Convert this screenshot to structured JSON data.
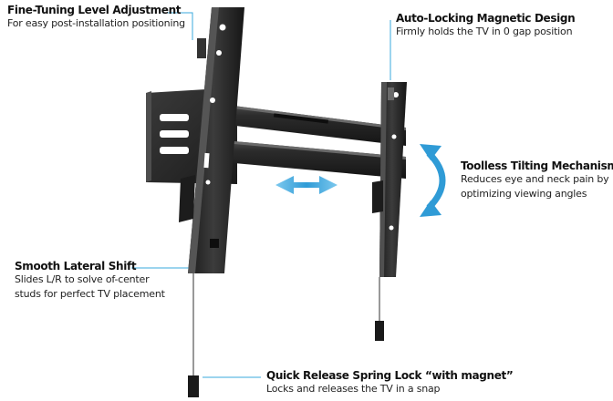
{
  "callouts": {
    "fine_tuning": {
      "title": "Fine-Tuning Level Adjustment",
      "desc": "For easy post-installation positioning"
    },
    "auto_locking": {
      "title": "Auto-Locking Magnetic Design",
      "desc": "Firmly holds the TV in 0 gap position"
    },
    "tilting": {
      "title": "Toolless Tilting Mechanism",
      "desc_line1": "Reduces eye and neck pain by",
      "desc_line2": "optimizing viewing angles"
    },
    "lateral": {
      "title": "Smooth Lateral Shift",
      "desc_line1": "Slides L/R to solve of-center",
      "desc_line2": "studs for perfect TV placement"
    },
    "quick_release": {
      "title": "Quick Release Spring Lock “with magnet”",
      "desc": "Locks and releases the TV in a snap"
    }
  },
  "colors": {
    "accent": "#3aa8dc",
    "metal": "#2a2a2a",
    "metal_dark": "#151515",
    "metal_light": "#4a4a4a",
    "text": "#111111"
  },
  "icons": {
    "lateral_arrow": "double-arrow-horizontal-icon",
    "tilt_arrow": "curved-double-arrow-icon"
  }
}
